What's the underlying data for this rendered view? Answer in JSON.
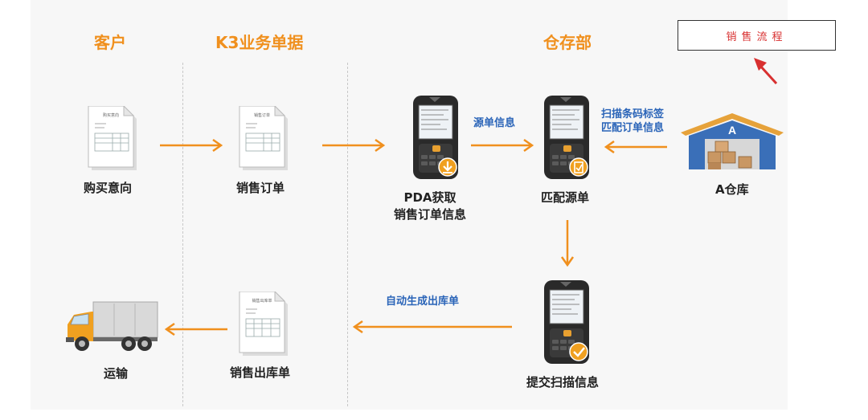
{
  "headers": {
    "customer": "客户",
    "k3": "K3业务单据",
    "warehouse_dept": "仓存部"
  },
  "title_box": "销售流程",
  "nodes": {
    "purchase_intent": "购买意向",
    "sales_order": "销售订单",
    "pda_get_line1": "PDA获取",
    "pda_get_line2": "销售订单信息",
    "match_source": "匹配源单",
    "warehouse_a": "A仓库",
    "submit_scan": "提交扫描信息",
    "sales_outbound": "销售出库单",
    "transport": "运输"
  },
  "doc_titles": {
    "purchase_intent_doc": "购买意向",
    "sales_order_doc": "销售订单",
    "sales_outbound_doc": "销售出库单"
  },
  "warehouse_sign": "A",
  "annotations": {
    "source_info": "源单信息",
    "scan_line1": "扫描条码标签",
    "scan_line2": "匹配订单信息",
    "auto_generate": "自动生成出库单"
  },
  "colors": {
    "orange": "#f0901e",
    "blue_text": "#2a64b8",
    "red": "#d83030"
  }
}
